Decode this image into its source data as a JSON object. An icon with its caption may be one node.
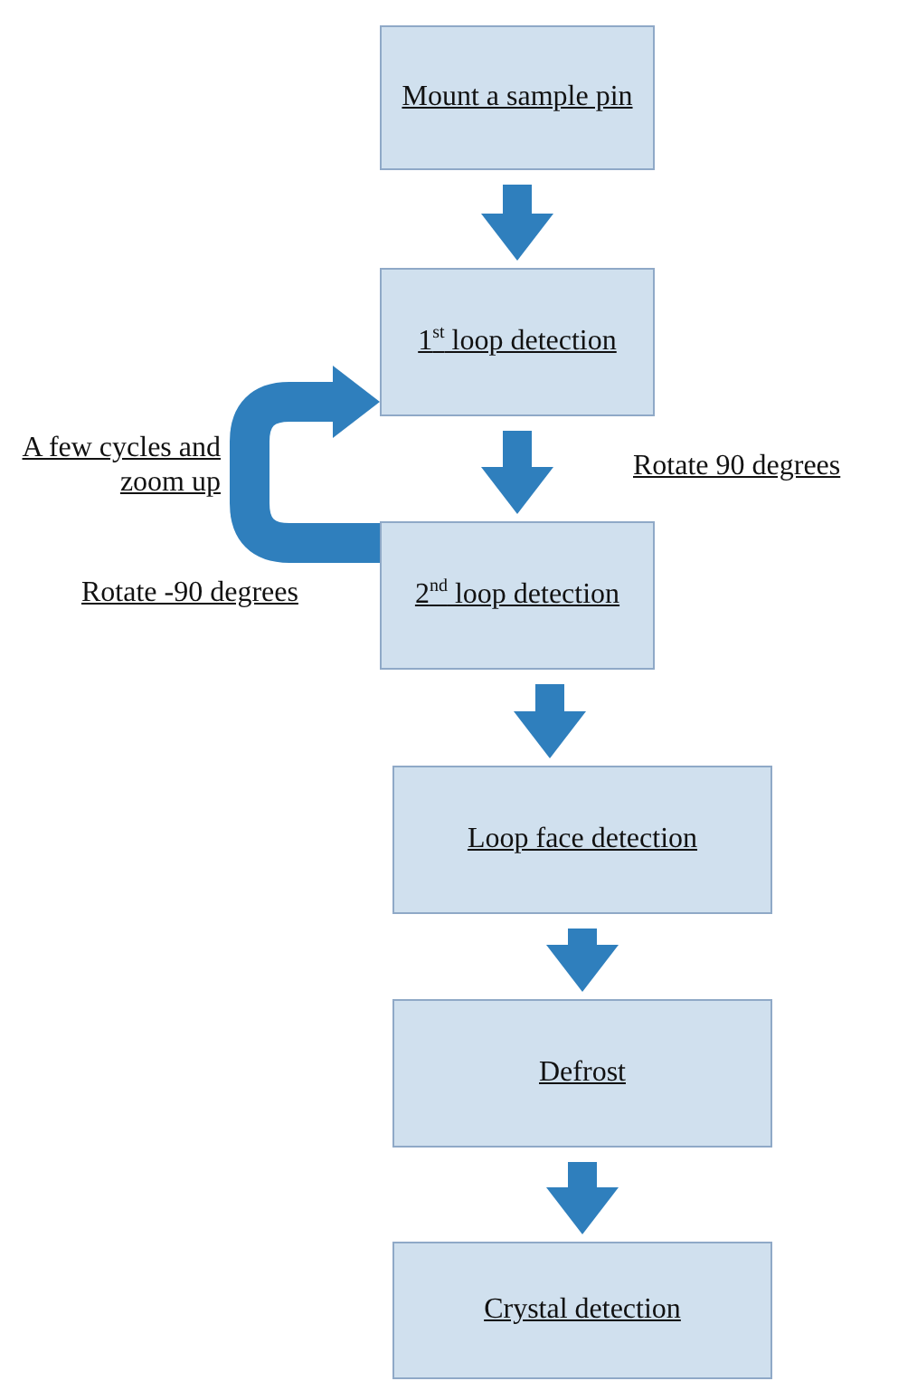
{
  "diagram": {
    "nodes": [
      {
        "text": [
          "Mount a sample pin"
        ]
      },
      {
        "text": [
          "1$^{st}$ loop detection"
        ]
      },
      {
        "text": [
          "2$^{nd}$ loop detection"
        ]
      },
      {
        "text": [
          "Loop face detection"
        ]
      },
      {
        "text": [
          "Defrost"
        ]
      },
      {
        "text": [
          "Crystal detection"
        ]
      }
    ],
    "edges": [
      {
        "from": 0,
        "to": 1,
        "arrow": "to"
      },
      {
        "from": 1,
        "to": 2,
        "arrow": "to",
        "label": "Rotate 90 degrees"
      },
      {
        "from": 2,
        "to": 3,
        "arrow": "to"
      },
      {
        "from": 3,
        "to": 4,
        "arrow": "to"
      },
      {
        "from": 4,
        "to": 5,
        "arrow": "to"
      },
      {
        "from": 2,
        "to": 1,
        "arrow": "to",
        "label": "Rotate -90 degrees"
      }
    ],
    "labels": [
      "A few cycles and zoom up"
    ]
  }
}
